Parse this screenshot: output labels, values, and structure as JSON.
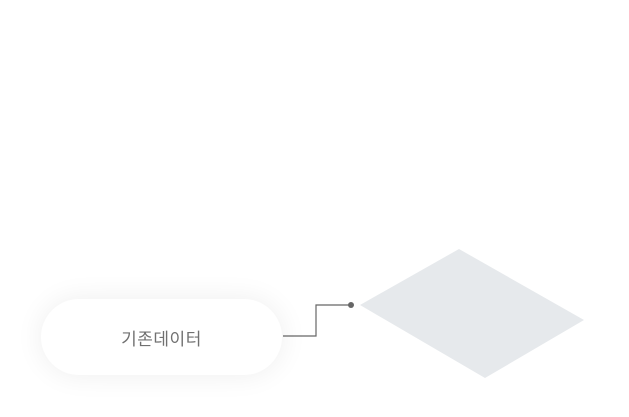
{
  "diagram": {
    "source_node": {
      "label": "기존데이터",
      "shape": "pill"
    },
    "target_node": {
      "label": "",
      "shape": "diamond",
      "fill": "#e6e9ec"
    },
    "connector": {
      "color": "#666666",
      "end": "dot"
    }
  }
}
